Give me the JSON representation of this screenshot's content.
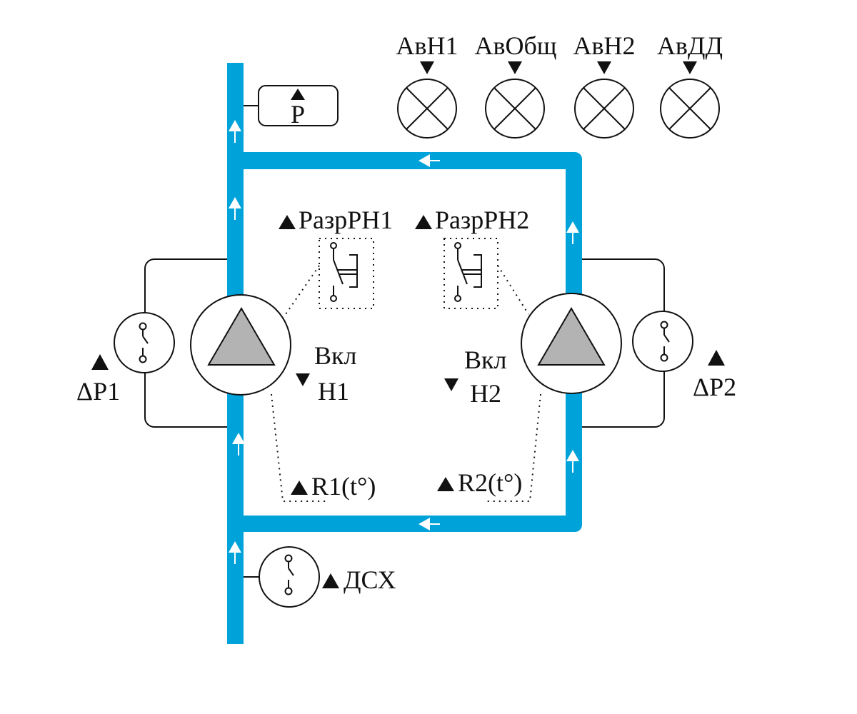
{
  "colors": {
    "pipe": "#00a3d9",
    "pump_triangle": "#b3b3b3",
    "line": "#111111"
  },
  "lamps": [
    {
      "label": "АвН1",
      "icon": "lamp-icon"
    },
    {
      "label": "АвОбщ",
      "icon": "lamp-icon"
    },
    {
      "label": "АвН2",
      "icon": "lamp-icon"
    },
    {
      "label": "АвДД",
      "icon": "lamp-icon"
    }
  ],
  "pressure_sensor": {
    "label": "P"
  },
  "permit_switches": [
    {
      "label": "РазрРН1"
    },
    {
      "label": "РазрРН2"
    }
  ],
  "pumps": [
    {
      "on_label": "Вкл",
      "name_label": "Н1"
    },
    {
      "on_label": "Вкл",
      "name_label": "Н2"
    }
  ],
  "diff_pressure": [
    {
      "label": "ΔP1"
    },
    {
      "label": "ΔP2"
    }
  ],
  "thermistors": [
    {
      "label": "R1(t°)"
    },
    {
      "label": "R2(t°)"
    }
  ],
  "dry_run_switch": {
    "label": "ДСХ"
  }
}
